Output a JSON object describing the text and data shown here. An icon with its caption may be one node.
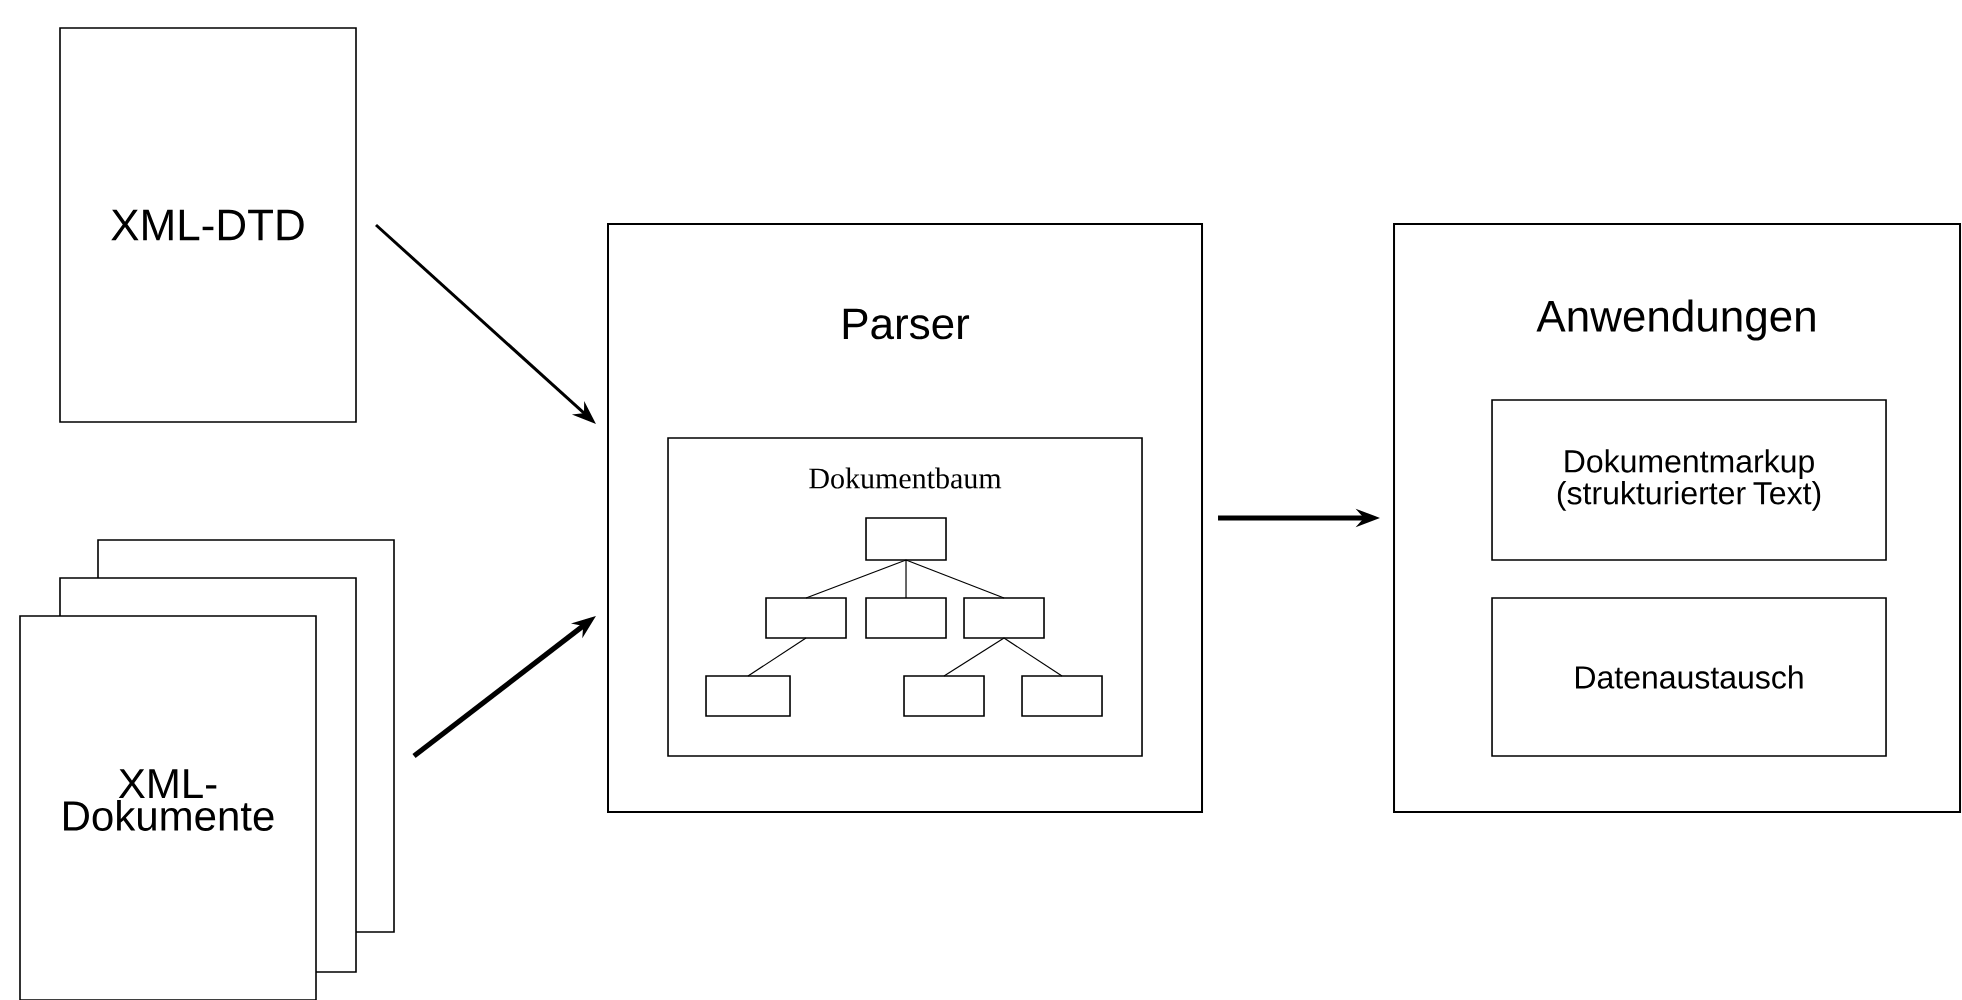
{
  "diagram": {
    "nodes": [
      {
        "text": [
          "XML-DTD"
        ]
      },
      {
        "text": [
          "XML-Dokumente"
        ]
      },
      {
        "text": [
          "Parser"
        ]
      },
      {
        "text": [
          "Dokumentbaum"
        ],
        "in": 2
      },
      {
        "text": [],
        "shape": "box",
        "in": 3
      },
      {
        "text": [],
        "shape": "box",
        "in": 3
      },
      {
        "text": [],
        "shape": "box",
        "in": 3
      },
      {
        "text": [],
        "shape": "box",
        "in": 3
      },
      {
        "text": [],
        "shape": "box",
        "in": 3
      },
      {
        "text": [],
        "shape": "box",
        "in": 3
      },
      {
        "text": [],
        "shape": "box",
        "in": 3
      },
      {
        "text": [
          "Anwendungen"
        ]
      },
      {
        "text": [
          "Dokumentmarkup (strukturierter Text)"
        ],
        "in": 11
      },
      {
        "text": [
          "Datenaustausch"
        ],
        "in": 11
      }
    ],
    "edges": [
      {
        "from": 0,
        "to": 2,
        "arrow": "to"
      },
      {
        "from": 1,
        "to": 2,
        "arrow": "to",
        "style": "thick"
      },
      {
        "from": 2,
        "to": 11,
        "arrow": "to",
        "style": "thick"
      },
      {
        "from": 4,
        "to": 5,
        "arrow": "none"
      },
      {
        "from": 4,
        "to": 6,
        "arrow": "none"
      },
      {
        "from": 4,
        "to": 7,
        "arrow": "none"
      },
      {
        "from": 5,
        "to": 8,
        "arrow": "none"
      },
      {
        "from": 7,
        "to": 9,
        "arrow": "none"
      },
      {
        "from": 7,
        "to": 10,
        "arrow": "none"
      }
    ]
  }
}
